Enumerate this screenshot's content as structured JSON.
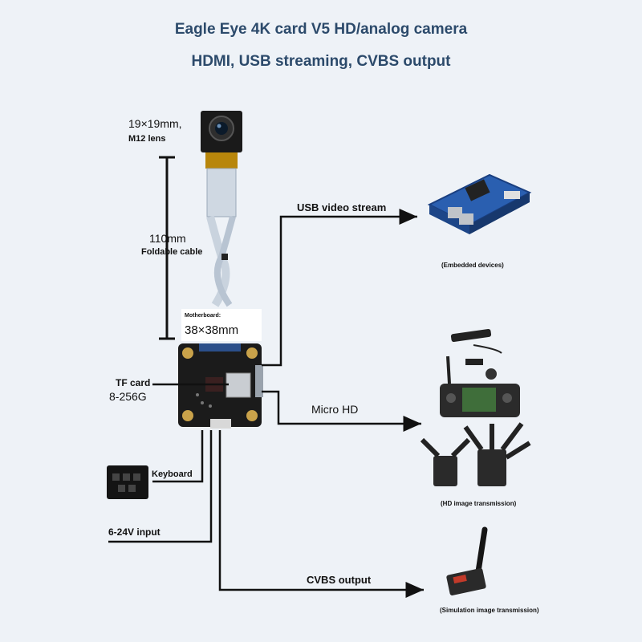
{
  "header": {
    "title": "Eagle Eye 4K card V5 HD/analog camera",
    "subtitle": "HDMI, USB streaming, CVBS output"
  },
  "camera": {
    "size_label": "19×19mm,",
    "lens_label": "M12 lens"
  },
  "cable": {
    "length_label": "110mm",
    "desc_label": "Foldable cable"
  },
  "board": {
    "caption": "Motherboard:",
    "size_label": "38×38mm"
  },
  "tf_card": {
    "label": "TF card",
    "capacity": "8-256G"
  },
  "inputs": {
    "keyboard_label": "Keyboard",
    "power_label": "6-24V input"
  },
  "outputs": [
    {
      "label": "USB video stream",
      "device_caption": "(Embedded devices)"
    },
    {
      "label": "Micro HD",
      "device_caption": "(HD image transmission)"
    },
    {
      "label": "CVBS output",
      "device_caption": "(Simulation image transmission)"
    }
  ],
  "colors": {
    "background": "#eef2f7",
    "title": "#2c4a6b",
    "line": "#111111",
    "pcb": "#1b1b1b",
    "embedded_board": "#2a5fb0"
  }
}
